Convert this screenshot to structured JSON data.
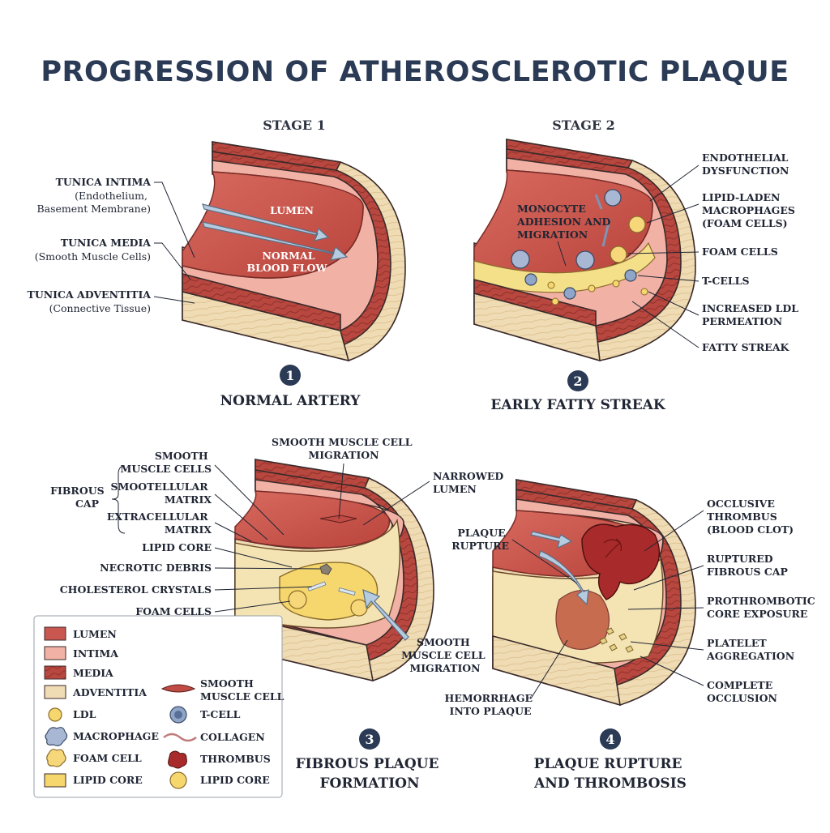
{
  "title": "PROGRESSION OF ATHEROSCLEROTIC PLAQUE",
  "stage1": {
    "heading": "STAGE 1",
    "number": "1",
    "caption": "NORMAL ARTERY",
    "lumen_label": "LUMEN",
    "flow_label_1": "NORMAL",
    "flow_label_2": "BLOOD FLOW",
    "intima_1": "TUNICA INTIMA",
    "intima_2": "(Endothelium,",
    "intima_3": "Basement Membrane)",
    "media_1": "TUNICA MEDIA",
    "media_2": "(Smooth Muscle Cells)",
    "adventitia_1": "TUNICA ADVENTITIA",
    "adventitia_2": "(Connective Tissue)"
  },
  "stage2": {
    "heading": "STAGE 2",
    "number": "2",
    "caption": "EARLY FATTY STREAK",
    "monocyte_1": "MONOCYTE",
    "monocyte_2": "ADHESION AND",
    "monocyte_3": "MIGRATION",
    "endo_1": "ENDOTHELIAL",
    "endo_2": "DYSFUNCTION",
    "lipid_1": "LIPID-LADEN",
    "lipid_2": "MACROPHAGES",
    "lipid_3": "(FOAM CELLS)",
    "foam": "FOAM CELLS",
    "tcells": "T-CELLS",
    "ldl_1": "INCREASED LDL",
    "ldl_2": "PERMEATION",
    "streak": "FATTY STREAK"
  },
  "stage3": {
    "number": "3",
    "caption_1": "FIBROUS PLAQUE",
    "caption_2": "FORMATION",
    "fibrous_1": "FIBROUS",
    "fibrous_2": "CAP",
    "smc_1": "SMOOTH",
    "smc_2": "MUSCLE CELLS",
    "matrix_1": "SMOOTELLULAR",
    "matrix_2": "MATRIX",
    "ecm_1": "EXTRACELLULAR",
    "ecm_2": "MATRIX",
    "lipid_core": "LIPID CORE",
    "necrotic": "NECROTIC DEBRIS",
    "cholesterol": "CHOLESTEROL CRYSTALS",
    "foam": "FOAM CELLS",
    "top_1": "SMOOTH MUSCLE CELL",
    "top_2": "MIGRATION",
    "narrow_1": "NARROWED",
    "narrow_2": "LUMEN",
    "migr_1": "SMOOTH",
    "migr_2": "MUSCLE CELL",
    "migr_3": "MIGRATION"
  },
  "stage4": {
    "number": "4",
    "caption_1": "PLAQUE RUPTURE",
    "caption_2": "AND THROMBOSIS",
    "rupture_1": "PLAQUE",
    "rupture_2": "RUPTURE",
    "occl_1": "OCCLUSIVE",
    "occl_2": "THROMBUS",
    "occl_3": "(BLOOD CLOT)",
    "cap_1": "RUPTURED",
    "cap_2": "FIBROUS CAP",
    "pro_1": "PROTHROMBOTIC",
    "pro_2": "CORE EXPOSURE",
    "plt_1": "PLATELET",
    "plt_2": "AGGREGATION",
    "comp_1": "COMPLETE",
    "comp_2": "OCCLUSION",
    "hem_1": "HEMORRHAGE",
    "hem_2": "INTO PLAQUE"
  },
  "legend": {
    "lumen": "LUMEN",
    "intima": "INTIMA",
    "media": "MEDIA",
    "adventitia": "ADVENTITIA",
    "ldl": "LDL",
    "macrophage": "MACROPHAGE",
    "foam_cell": "FOAM CELL",
    "lipid_core": "LIPID CORE",
    "smc_1": "SMOOTH",
    "smc_2": "MUSCLE CELL",
    "tcell": "T-CELL",
    "collagen": "COLLAGEN",
    "thrombus": "THROMBUS",
    "lipid_core_2": "LIPID CORE"
  },
  "colors": {
    "lumen": "#c9564f",
    "intima": "#f2b1a5",
    "media": "#b8483f",
    "adventitia": "#f0dcb4",
    "lipid": "#f5d76e",
    "thrombus": "#a92a2a",
    "tcell": "#8fa6c8",
    "arrow": "#b5cbe0"
  }
}
